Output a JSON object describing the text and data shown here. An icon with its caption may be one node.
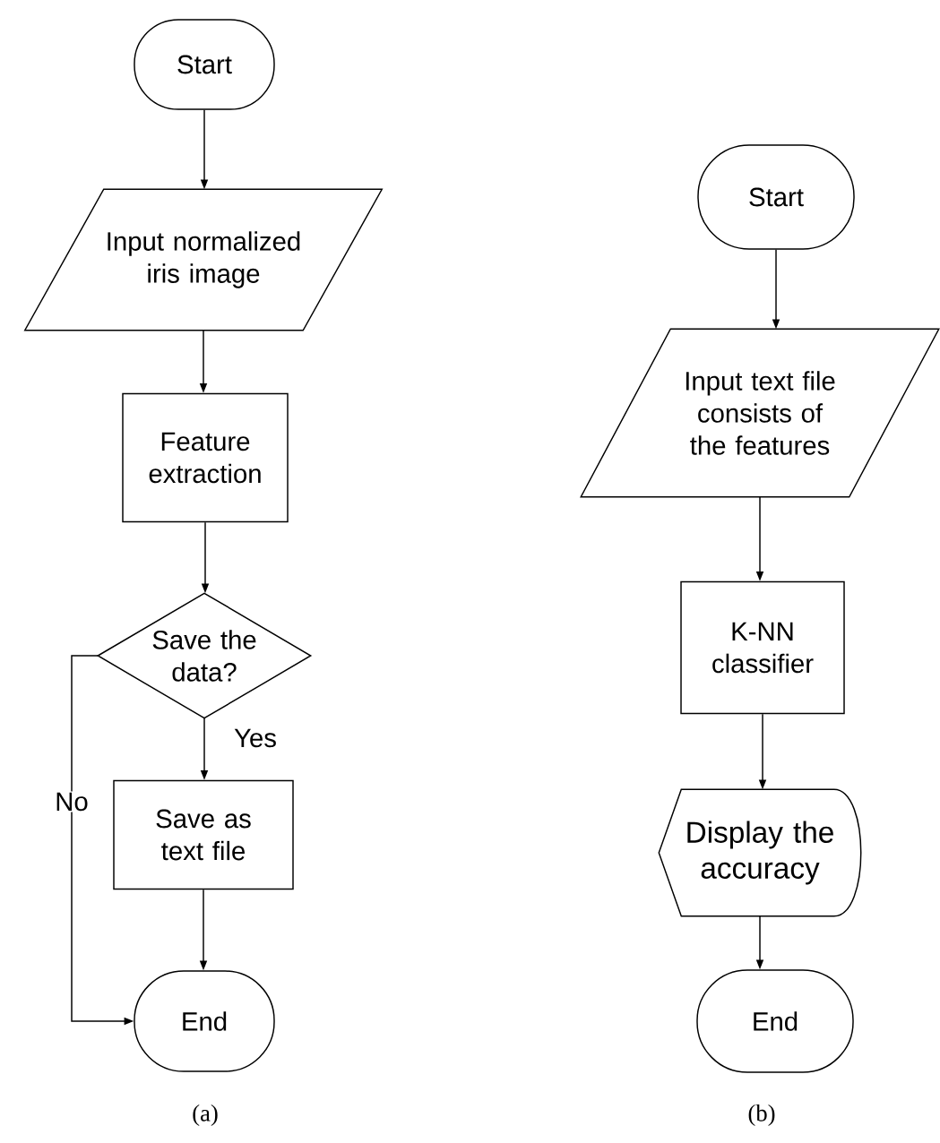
{
  "diagram": {
    "nodes": [
      {
        "text": [
          "Start"
        ]
      },
      {
        "text": [
          "Input normalized iris image"
        ]
      },
      {
        "text": [
          "Feature extraction"
        ]
      },
      {
        "text": [
          "Save the data?"
        ]
      },
      {
        "text": [
          "Save as text file"
        ]
      },
      {
        "text": [
          "End"
        ]
      },
      {
        "text": [
          "Start"
        ]
      },
      {
        "text": [
          "Input text file consists of the features"
        ]
      },
      {
        "text": [
          "K-NN classifier"
        ]
      },
      {
        "text": [
          "Display the accuracy"
        ]
      },
      {
        "text": [
          "End"
        ]
      }
    ],
    "edges": [
      {
        "from": 0,
        "to": 1,
        "arrow": "to"
      },
      {
        "from": 1,
        "to": 2,
        "arrow": "to"
      },
      {
        "from": 2,
        "to": 3,
        "arrow": "to"
      },
      {
        "from": 3,
        "to": 4,
        "arrow": "to",
        "label": "Yes"
      },
      {
        "from": 4,
        "to": 5,
        "arrow": "to"
      },
      {
        "from": 3,
        "to": 5,
        "arrow": "to",
        "label": "No"
      },
      {
        "from": 6,
        "to": 7,
        "arrow": "to"
      },
      {
        "from": 7,
        "to": 8,
        "arrow": "to"
      },
      {
        "from": 8,
        "to": 9,
        "arrow": "to"
      },
      {
        "from": 9,
        "to": 10,
        "arrow": "to"
      }
    ],
    "labels": [
      "(a)",
      "(b)"
    ]
  }
}
